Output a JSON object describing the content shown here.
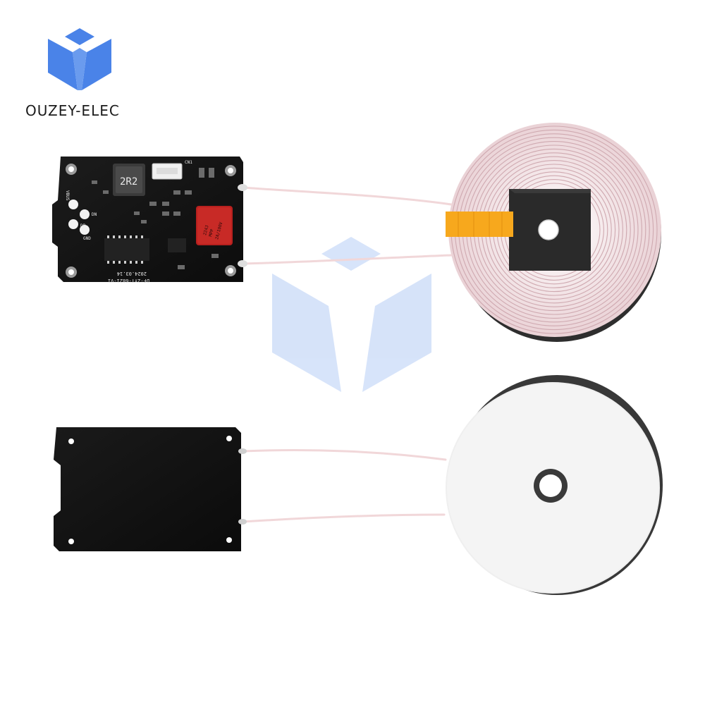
{
  "brand": {
    "name": "OUZEY-ELEC",
    "logo_icon": "ouzey-cube-logo-icon",
    "logo_color": "#4a83e8"
  },
  "receiver_board": {
    "inductor_label": "2R2",
    "capacitor_label_1": "224J",
    "capacitor_label_2": "MPP",
    "capacitor_label_3": "2A/100V",
    "pin_labels": [
      "VBUS",
      "DN",
      "DP",
      "GND"
    ],
    "silkscreen_model": "DF-ZYT-6821-V1",
    "silkscreen_date": "2024.03.14",
    "silkscreen_connector": "CN1"
  },
  "colors": {
    "pcb": "#121212",
    "coil_copper": "#f3dcdf",
    "coil_core": "#2e2e2e",
    "ferrite_ring": "#333333",
    "kapton_tape": "#f7a81d",
    "capacitor": "#b8201e"
  }
}
